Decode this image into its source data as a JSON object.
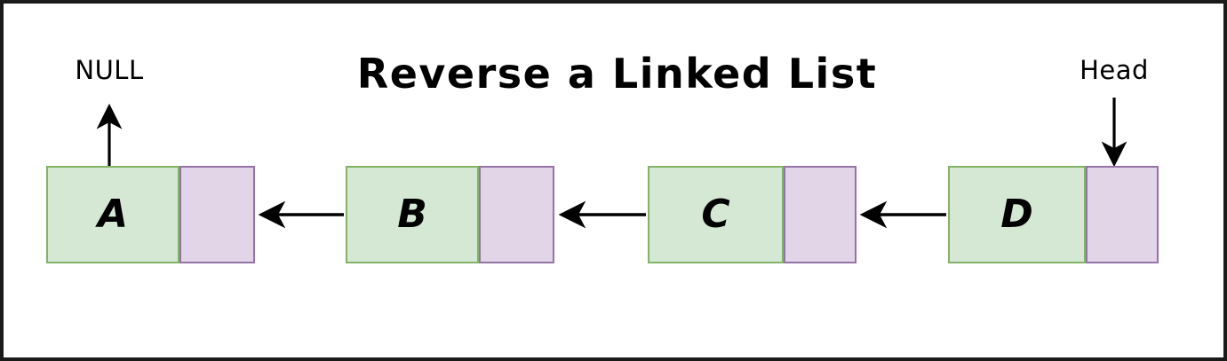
{
  "diagram": {
    "title": "Reverse a Linked List",
    "null_label": "NULL",
    "head_label": "Head",
    "colors": {
      "data_fill": "#d5e8d4",
      "data_stroke": "#82b366",
      "pointer_fill": "#e1d5e7",
      "pointer_stroke": "#9673a6",
      "arrow": "#000000",
      "frame": "#1a1a1a",
      "background": "#ffffff"
    },
    "nodes": [
      {
        "id": "a",
        "value": "A"
      },
      {
        "id": "b",
        "value": "B"
      },
      {
        "id": "c",
        "value": "C"
      },
      {
        "id": "d",
        "value": "D"
      }
    ],
    "links": [
      {
        "from": "B",
        "to": "A",
        "direction": "left"
      },
      {
        "from": "C",
        "to": "B",
        "direction": "left"
      },
      {
        "from": "D",
        "to": "C",
        "direction": "left"
      }
    ],
    "pointers": [
      {
        "label": "NULL",
        "target": "A",
        "direction": "up"
      },
      {
        "label": "Head",
        "target": "D",
        "direction": "down"
      }
    ]
  }
}
